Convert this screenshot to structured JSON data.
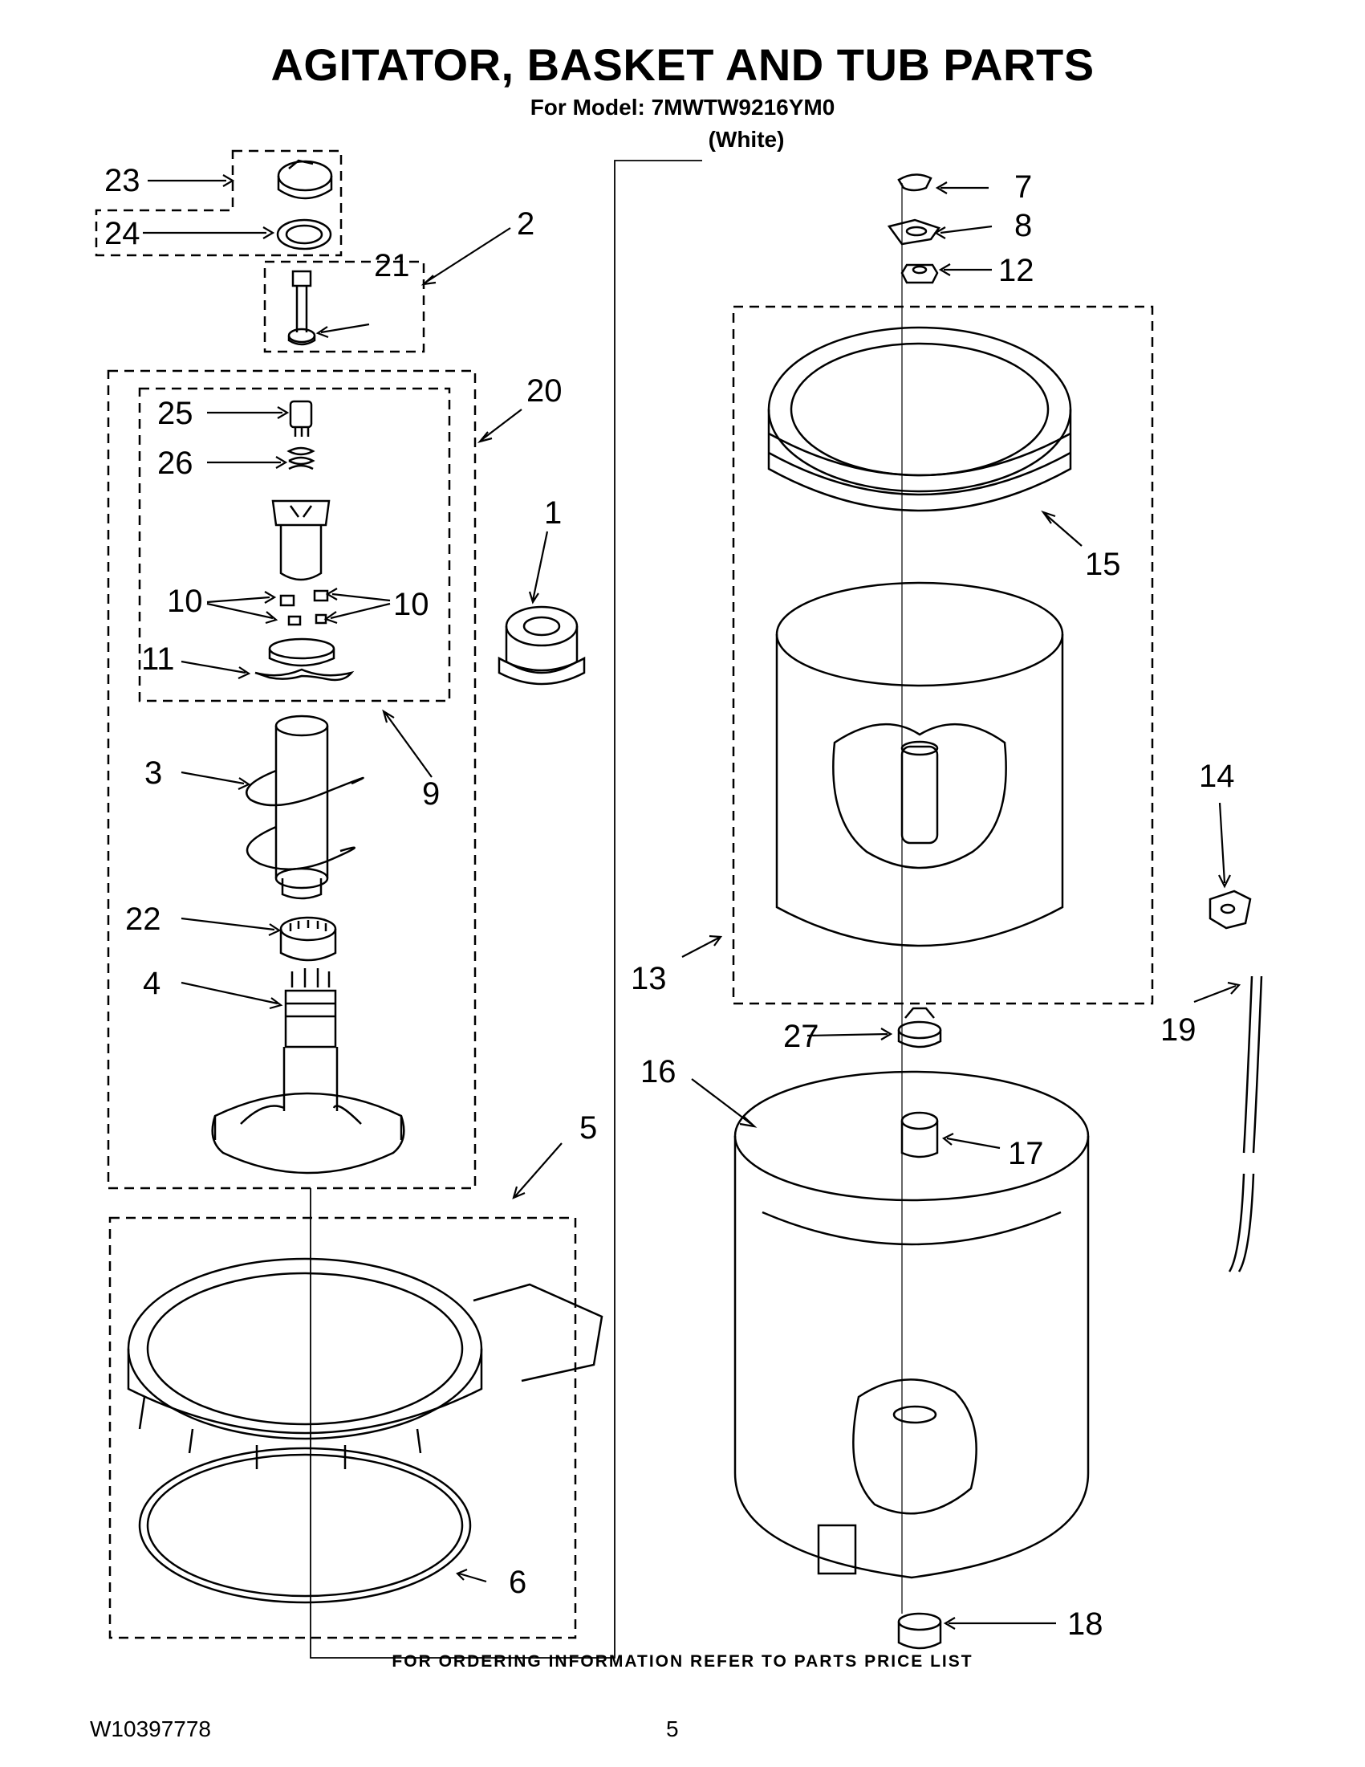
{
  "title": "AGITATOR, BASKET AND TUB PARTS",
  "subtitle": "For Model: 7MWTW9216YM0",
  "variant": "(White)",
  "footer_note": "FOR ORDERING INFORMATION REFER TO PARTS PRICE LIST",
  "doc_id": "W10397778",
  "page_number": "5",
  "callouts": [
    "1",
    "2",
    "3",
    "4",
    "5",
    "6",
    "7",
    "8",
    "9",
    "10",
    "10",
    "11",
    "12",
    "13",
    "14",
    "15",
    "16",
    "17",
    "18",
    "19",
    "20",
    "21",
    "22",
    "23",
    "24",
    "25",
    "26",
    "27"
  ]
}
